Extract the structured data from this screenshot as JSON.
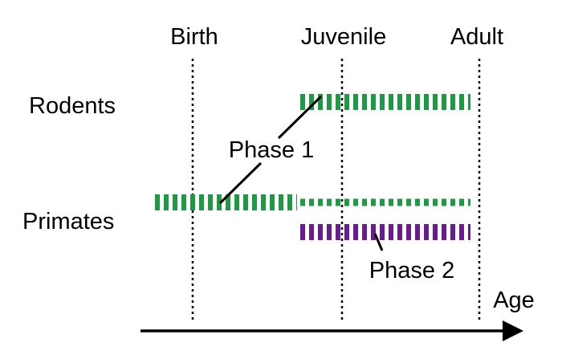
{
  "stages": {
    "birth": "Birth",
    "juvenile": "Juvenile",
    "adult": "Adult"
  },
  "species": {
    "rodents": "Rodents",
    "primates": "Primates"
  },
  "phases": {
    "phase1": "Phase 1",
    "phase2": "Phase 2"
  },
  "axis": {
    "label": "Age"
  },
  "colors": {
    "phase1": "#1e9a44",
    "phase2": "#6a1b8f",
    "line": "#000000"
  }
}
